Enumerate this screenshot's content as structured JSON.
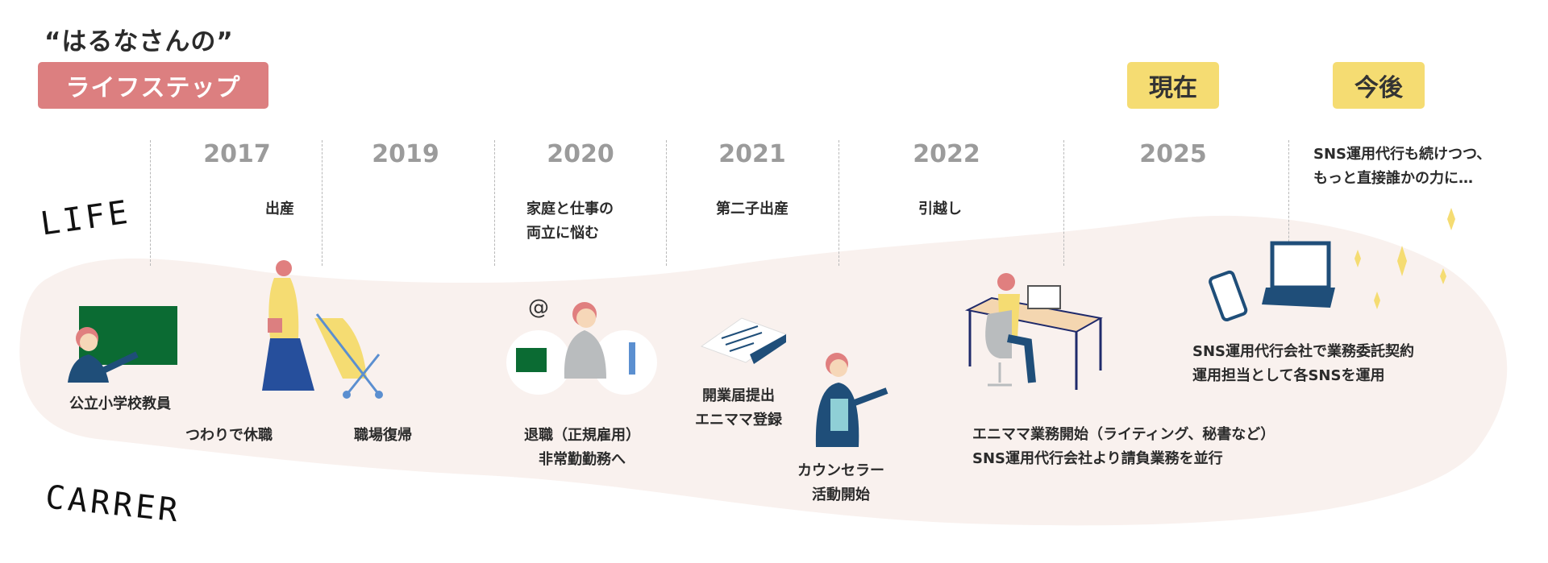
{
  "header": {
    "title": "“はるなさんの”",
    "subtitle": "ライフステップ",
    "now_label": "現在",
    "future_label": "今後"
  },
  "rows": {
    "life": "LIFE",
    "career": "CARRER"
  },
  "years": [
    "2017",
    "2019",
    "2020",
    "2021",
    "2022",
    "2025"
  ],
  "life_events": {
    "e2017": "出産",
    "e2020_1": "家庭と仕事の",
    "e2020_2": "両立に悩む",
    "e2021": "第二子出産",
    "e2022": "引越し",
    "future_1": "SNS運用代行も続けつつ、",
    "future_2": "もっと直接誰かの力に…"
  },
  "career_events": {
    "teacher": "公立小学校教員",
    "leave": "つわりで休職",
    "return": "職場復帰",
    "resign_1": "退職（正規雇用）",
    "resign_2": "非常勤勤務へ",
    "open_1": "開業届提出",
    "open_2": "エニママ登録",
    "counselor_1": "カウンセラー",
    "counselor_2": "活動開始",
    "enimama_1": "エニママ業務開始（ライティング、秘書など）",
    "enimama_2": "SNS運用代行会社より請負業務を並行",
    "now_1": "SNS運用代行会社で業務委託契約",
    "now_2": "運用担当として各SNSを運用"
  },
  "colors": {
    "pink": "#dc7f80",
    "yellow": "#f5dc72",
    "blob": "#f9f1ee",
    "year": "#9b9b9b",
    "navy": "#1f4e79",
    "green": "#0b6b33"
  }
}
